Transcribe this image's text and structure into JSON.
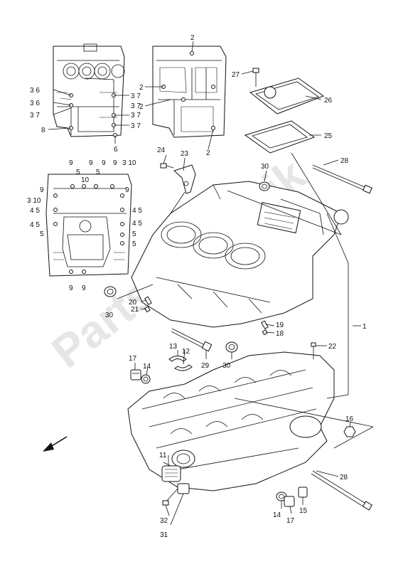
{
  "watermark": "PartsRepublik",
  "callouts": [
    {
      "id": "c-2a",
      "text": "2"
    },
    {
      "id": "c-2b",
      "text": "2"
    },
    {
      "id": "c-2c",
      "text": "2"
    },
    {
      "id": "c-2d",
      "text": "2"
    },
    {
      "id": "c-36a",
      "text": "3 6"
    },
    {
      "id": "c-36b",
      "text": "3 6"
    },
    {
      "id": "c-37a",
      "text": "3 7"
    },
    {
      "id": "c-37b",
      "text": "3 7"
    },
    {
      "id": "c-37c",
      "text": "3 7"
    },
    {
      "id": "c-37d",
      "text": "3 7"
    },
    {
      "id": "c-37e",
      "text": "3 7"
    },
    {
      "id": "c-8",
      "text": "8"
    },
    {
      "id": "c-6",
      "text": "6"
    },
    {
      "id": "c-9a",
      "text": "9"
    },
    {
      "id": "c-5a",
      "text": "5"
    },
    {
      "id": "c-9b",
      "text": "9"
    },
    {
      "id": "c-5b",
      "text": "5"
    },
    {
      "id": "c-9c",
      "text": "9"
    },
    {
      "id": "c-9d",
      "text": "9"
    },
    {
      "id": "c-310a",
      "text": "3 10"
    },
    {
      "id": "c-10",
      "text": "10"
    },
    {
      "id": "c-9e",
      "text": "9"
    },
    {
      "id": "c-9f",
      "text": "9"
    },
    {
      "id": "c-310b",
      "text": "3 10"
    },
    {
      "id": "c-45a",
      "text": "4 5"
    },
    {
      "id": "c-45b",
      "text": "4 5"
    },
    {
      "id": "c-45c",
      "text": "4 5"
    },
    {
      "id": "c-45d",
      "text": "4 5"
    },
    {
      "id": "c-5c",
      "text": "5"
    },
    {
      "id": "c-5d",
      "text": "5"
    },
    {
      "id": "c-5e",
      "text": "5"
    },
    {
      "id": "c-9g",
      "text": "9"
    },
    {
      "id": "c-9h",
      "text": "9"
    },
    {
      "id": "c-9i",
      "text": "9"
    },
    {
      "id": "c-27",
      "text": "27"
    },
    {
      "id": "c-26",
      "text": "26"
    },
    {
      "id": "c-25",
      "text": "25"
    },
    {
      "id": "c-24",
      "text": "24"
    },
    {
      "id": "c-23",
      "text": "23"
    },
    {
      "id": "c-28a",
      "text": "28"
    },
    {
      "id": "c-30a",
      "text": "30"
    },
    {
      "id": "c-30b",
      "text": "30"
    },
    {
      "id": "c-30c",
      "text": "30"
    },
    {
      "id": "c-20",
      "text": "20"
    },
    {
      "id": "c-21",
      "text": "21"
    },
    {
      "id": "c-19",
      "text": "19"
    },
    {
      "id": "c-18",
      "text": "18"
    },
    {
      "id": "c-1",
      "text": "1"
    },
    {
      "id": "c-13",
      "text": "13"
    },
    {
      "id": "c-12",
      "text": "12"
    },
    {
      "id": "c-29",
      "text": "29"
    },
    {
      "id": "c-22",
      "text": "22"
    },
    {
      "id": "c-17a",
      "text": "17"
    },
    {
      "id": "c-14a",
      "text": "14"
    },
    {
      "id": "c-16",
      "text": "16"
    },
    {
      "id": "c-11",
      "text": "11"
    },
    {
      "id": "c-28b",
      "text": "28"
    },
    {
      "id": "c-14b",
      "text": "14"
    },
    {
      "id": "c-15",
      "text": "15"
    },
    {
      "id": "c-17b",
      "text": "17"
    },
    {
      "id": "c-32",
      "text": "32"
    },
    {
      "id": "c-31",
      "text": "31"
    }
  ]
}
